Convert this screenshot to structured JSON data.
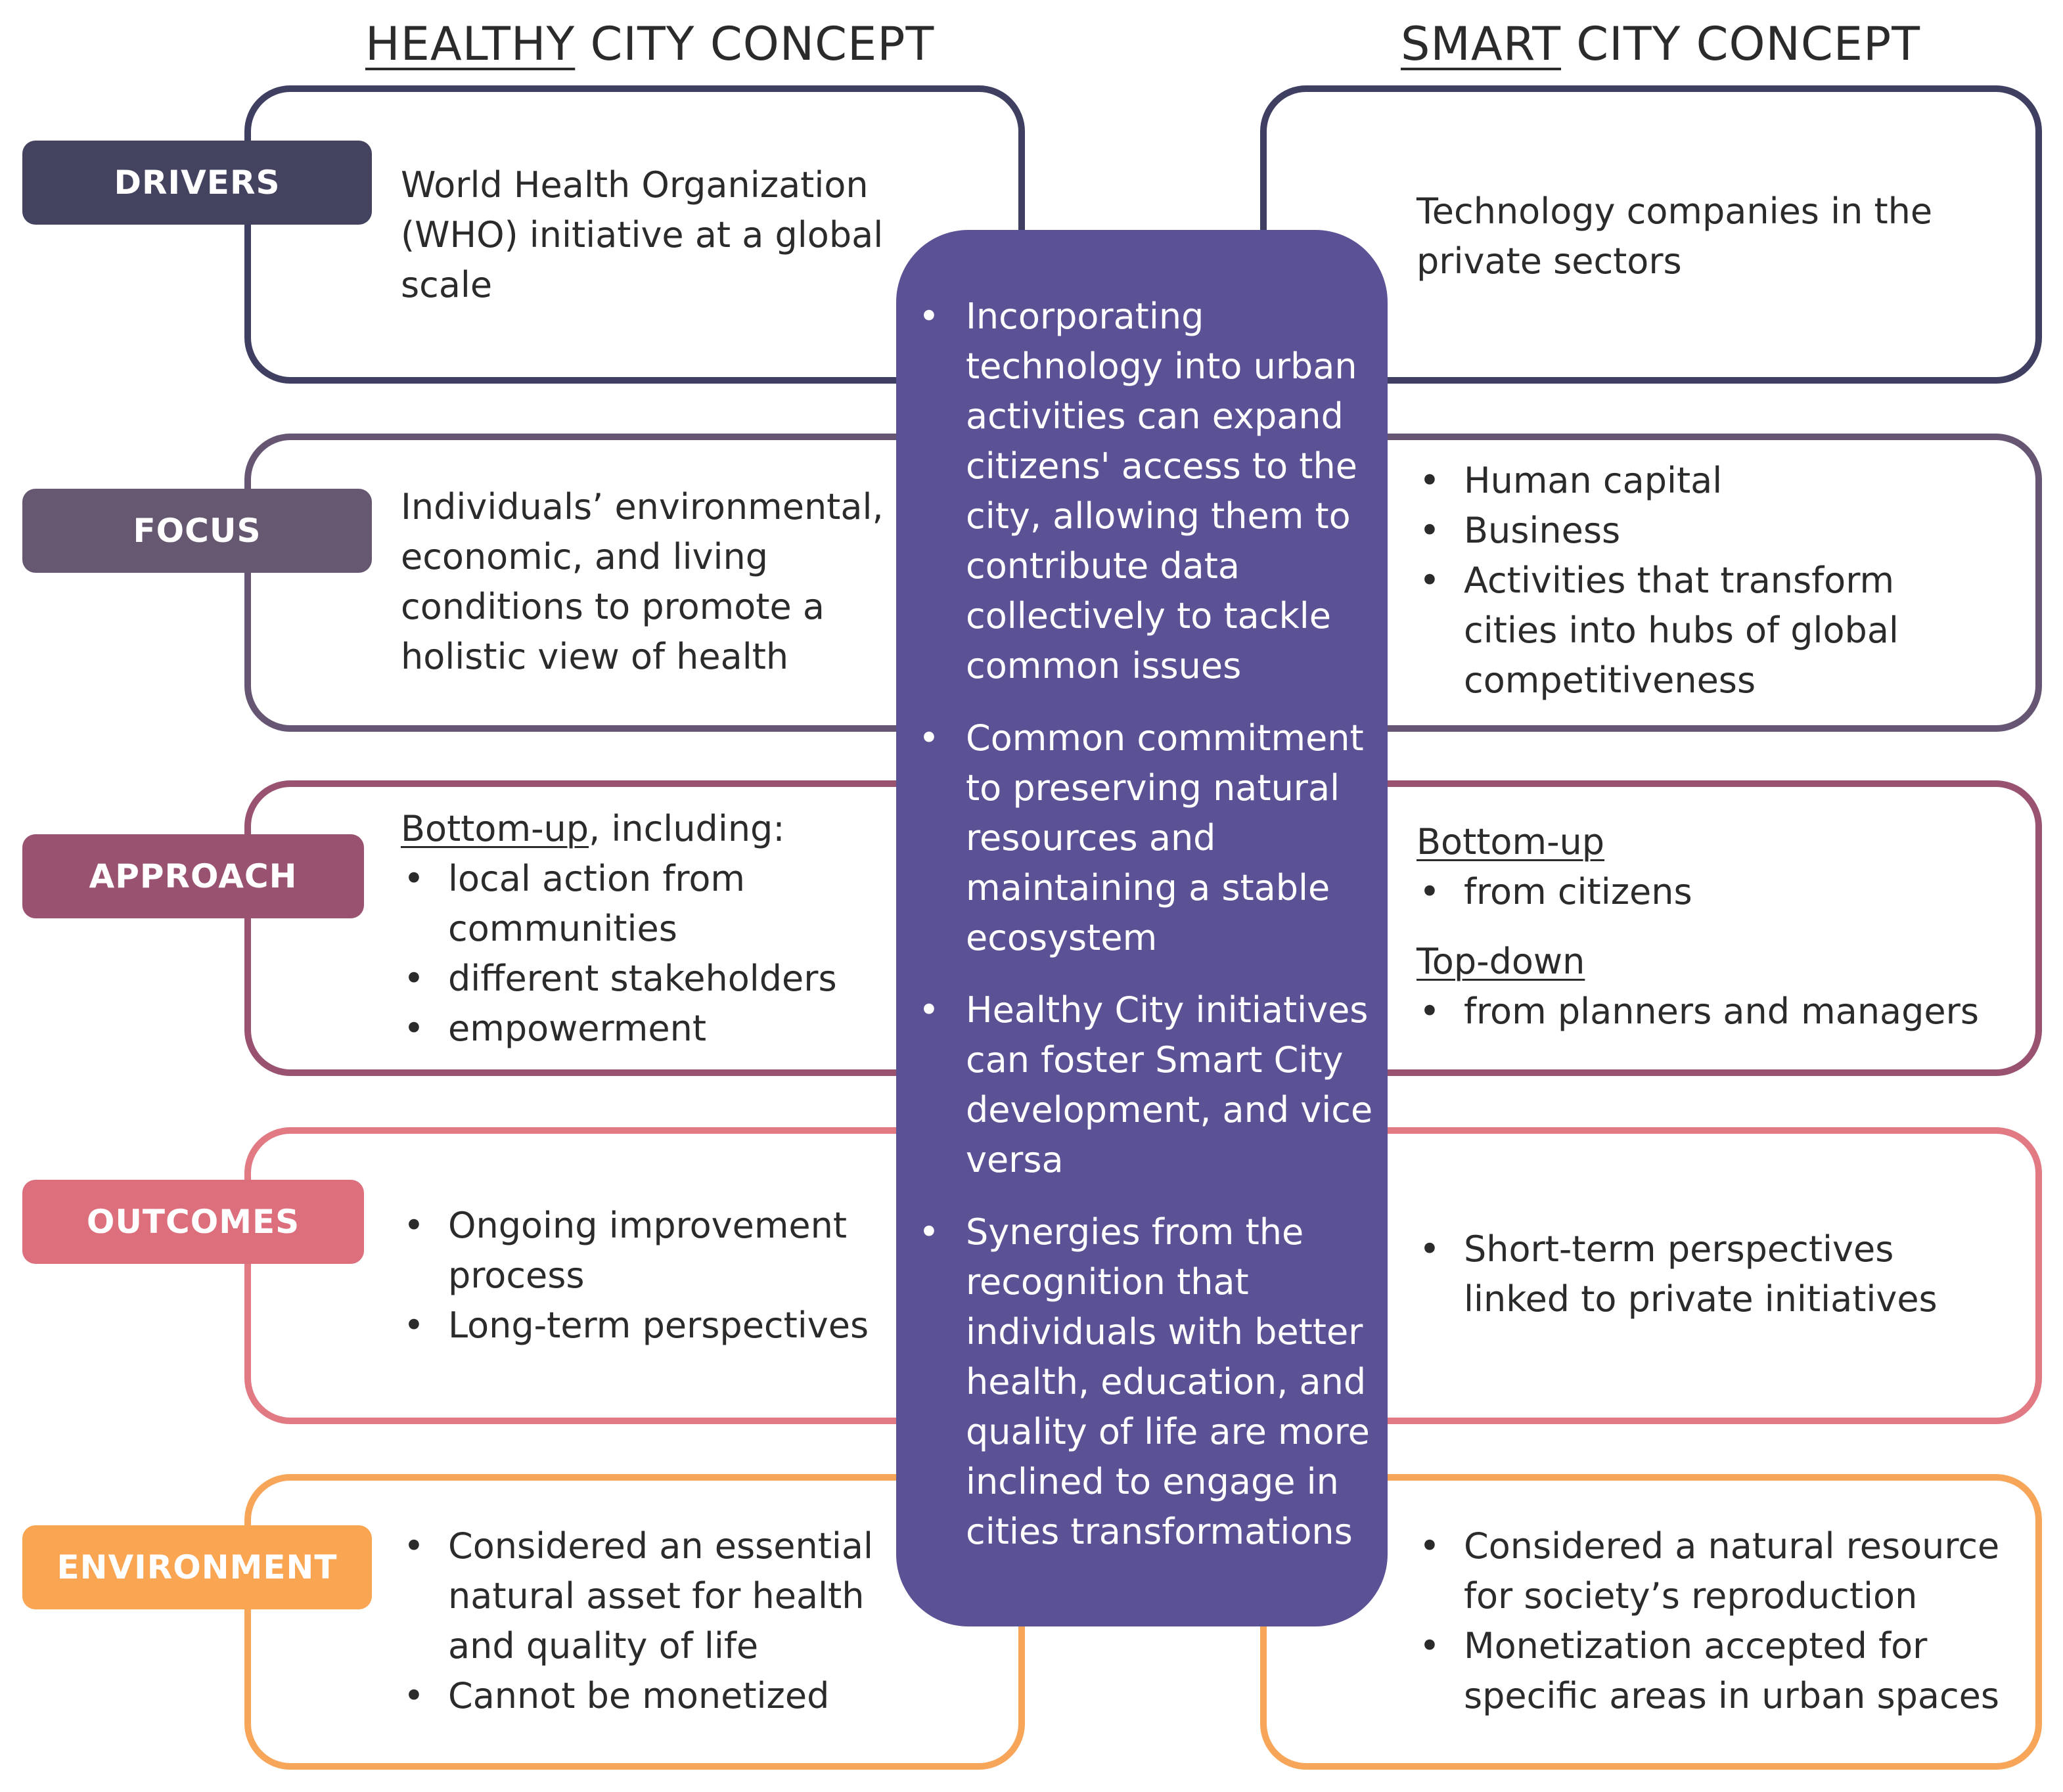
{
  "headers": {
    "healthy_prefix": "HEALTHY",
    "healthy_suffix": "CITY CONCEPT",
    "smart_prefix": "SMART",
    "smart_suffix": "CITY CONCEPT"
  },
  "colors": {
    "drivers": "#43435f",
    "focus": "#675871",
    "approach": "#9a5271",
    "outcomes": "#dd6f7d",
    "environment": "#f9a552",
    "center": "#5b5295"
  },
  "rows": {
    "drivers": {
      "label": "DRIVERS",
      "healthy_lines": [
        "World Health Organization",
        "(WHO) initiative at a global",
        "scale"
      ],
      "smart_lines": [
        "Technology companies in the",
        "private sectors"
      ]
    },
    "focus": {
      "label": "FOCUS",
      "healthy_lines": [
        "Individuals’ environmental,",
        "economic, and living",
        "conditions to promote  a",
        "holistic view of health"
      ],
      "smart_items": [
        "Human capital",
        "Business",
        "Activities that transform",
        "cities into hubs of global",
        "competitiveness"
      ]
    },
    "approach": {
      "label": "APPROACH",
      "healthy_heading_ul": "Bottom-up",
      "healthy_heading_rest": ", including:",
      "healthy_items": [
        "local action from",
        "communities",
        "different stakeholders",
        "empowerment"
      ],
      "smart_heading1": "Bottom-up",
      "smart_item1": "from citizens",
      "smart_heading2": "Top-down",
      "smart_item2": "from planners and managers"
    },
    "outcomes": {
      "label": "OUTCOMES",
      "healthy_items": [
        "Ongoing improvement",
        "process",
        "Long-term perspectives"
      ],
      "smart_items": [
        "Short-term  perspectives",
        "linked to private initiatives"
      ]
    },
    "environment": {
      "label": "ENVIRONMENT",
      "healthy_items": [
        "Considered an essential",
        "natural asset for health",
        "and quality of life",
        "Cannot be monetized"
      ],
      "smart_items": [
        "Considered a natural resource",
        "for society’s reproduction",
        "Monetization accepted for",
        "specific areas in urban spaces"
      ]
    }
  },
  "center": {
    "items": [
      [
        "Incorporating",
        "technology into urban",
        "activities can expand",
        "citizens' access to the",
        "city, allowing them to",
        "contribute data",
        "collectively to tackle",
        "common  issues"
      ],
      [
        "Common  commitment",
        "to preserving natural",
        "resources and",
        "maintaining a stable",
        "ecosystem"
      ],
      [
        "Healthy City initiatives",
        "can foster Smart City",
        "development,  and vice",
        "versa"
      ],
      [
        "Synergies from the",
        "recognition that",
        "individuals with better",
        "health, education, and",
        "quality of life are more",
        "inclined to engage in",
        "cities transformations"
      ]
    ]
  }
}
